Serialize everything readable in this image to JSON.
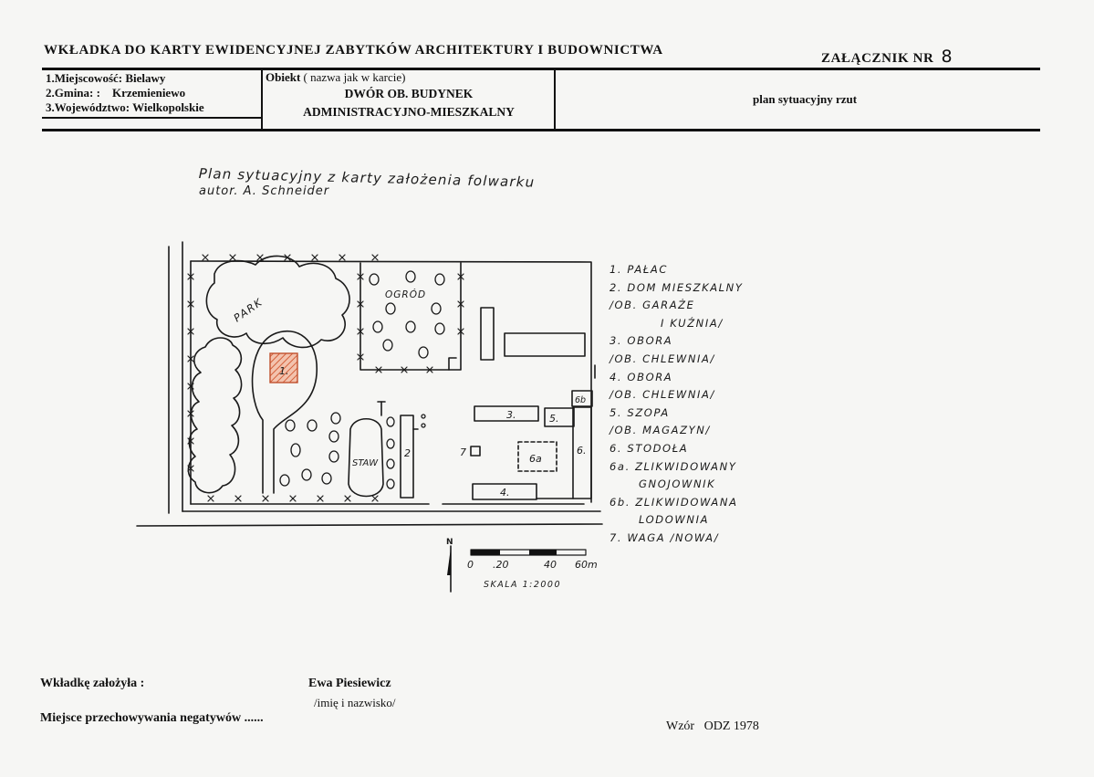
{
  "header": {
    "title": "WKŁADKA DO KARTY EWIDENCYJNEJ ZABYTKÓW ARCHITEKTURY I BUDOWNICTWA",
    "annex_label": "ZAŁĄCZNIK NR",
    "annex_number": "8",
    "location_label": "1.Miejscowość:",
    "location_value": "Bielawy",
    "commune_label": "2.Gmina: :",
    "commune_value": "Krzemieniewo",
    "voivodeship_label": "3.Województwo:",
    "voivodeship_value": "Wielkopolskie",
    "object_label": "Obiekt",
    "object_note": "( nazwa jak w karcie)",
    "object_name_line1": "DWÓR OB. BUDYNEK",
    "object_name_line2": "ADMINISTRACYJNO-MIESZKALNY",
    "plan_type": "plan sytuacyjny  rzut"
  },
  "plan": {
    "caption_line1": "Plan sytuacyjny z karty założenia folwarku",
    "caption_line2": "autor. A. Schneider",
    "labels": {
      "park": "PARK",
      "garden": "OGRÓD",
      "pond": "STAW",
      "b1": "1.",
      "b2": "2",
      "b3": "3.",
      "b4": "4.",
      "b5": "5.",
      "b6": "6.",
      "b6a": "6a",
      "b6b": "6b",
      "b7": "7",
      "north": "N"
    },
    "scale_ticks": [
      "0",
      ".20",
      "40",
      "60m"
    ],
    "scale_caption": "SKALA 1:2000"
  },
  "legend": [
    "1. PAŁAC",
    "2. DOM MIESZKALNY",
    "/OB. GARAŻE",
    "I KUŹNIA/",
    "3. OBORA",
    "/OB. CHLEWNIA/",
    "4. OBORA",
    "/OB. CHLEWNIA/",
    "5. SZOPA",
    "/OB. MAGAZYN/",
    "6. STODOŁA",
    "6a. ZLIKWIDOWANY",
    "GNOJOWNIK",
    "6b. ZLIKWIDOWANA",
    "LODOWNIA",
    "7. WAGA /NOWA/"
  ],
  "footer": {
    "founder_label": "Wkładkę założyła :",
    "founder_name": "Ewa Piesiewicz",
    "name_note": "/imię i nazwisko/",
    "negatives_label": "Miejsce przechowywania negatywów ......",
    "form_label": "Wzór",
    "form_value": "ODZ 1978"
  },
  "colors": {
    "ink": "#111111",
    "palace_hatch": "#d4603a"
  }
}
